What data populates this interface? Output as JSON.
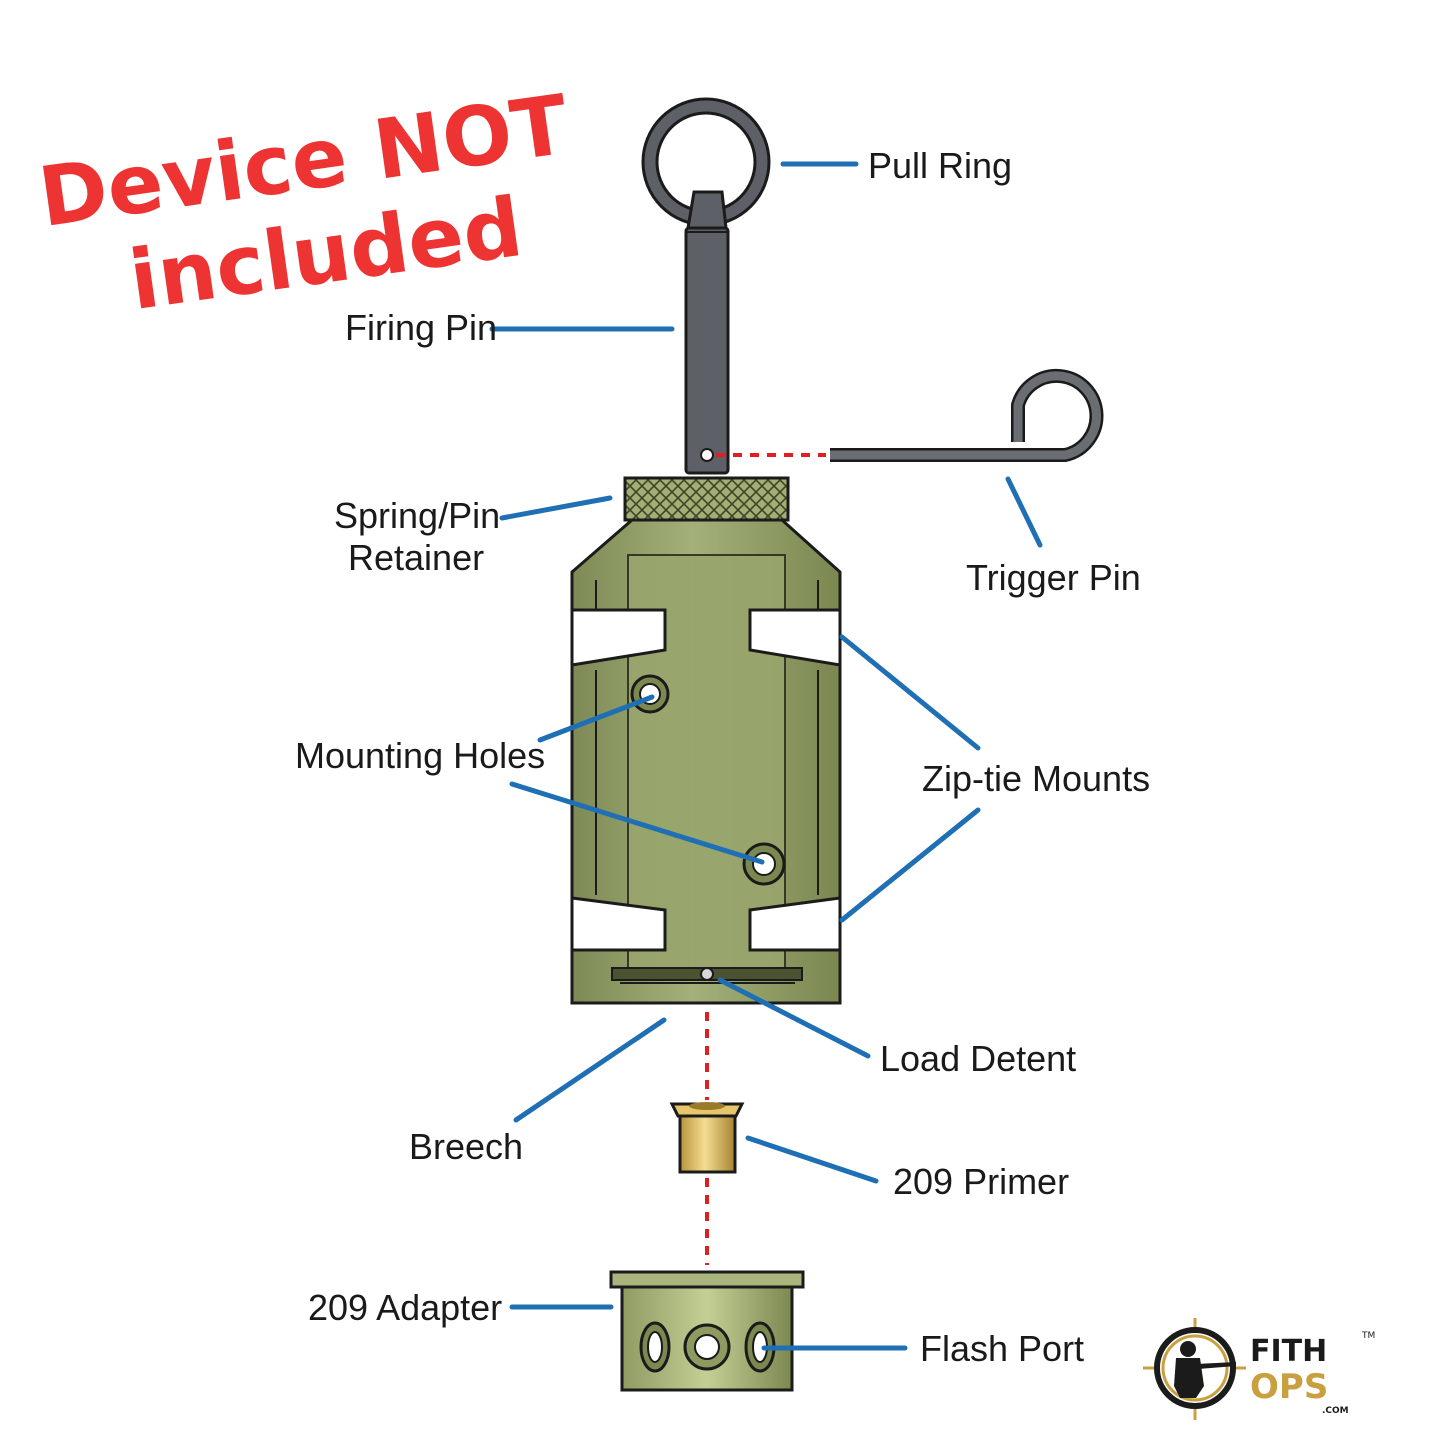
{
  "warning": {
    "line1": "Device NOT",
    "line2": "included"
  },
  "labels": {
    "pull_ring": "Pull Ring",
    "firing_pin": "Firing Pin",
    "spring_pin_retainer_1": "Spring/Pin",
    "spring_pin_retainer_2": "Retainer",
    "trigger_pin": "Trigger Pin",
    "mounting_holes": "Mounting Holes",
    "zip_tie_mounts": "Zip-tie Mounts",
    "load_detent": "Load Detent",
    "breech": "Breech",
    "primer_209": "209 Primer",
    "adapter_209": "209 Adapter",
    "flash_port": "Flash Port"
  },
  "logo": {
    "word1": "FITH",
    "word2": "OPS",
    "domain": ".COM",
    "tm": "TM"
  },
  "colors": {
    "warning_red": "#ee3333",
    "leader_blue": "#1f6fb5",
    "body_olive": "#9aa76f",
    "pin_gray": "#5d6066",
    "primer_brass": "#d8b85c",
    "logo_gold": "#c9a040"
  }
}
